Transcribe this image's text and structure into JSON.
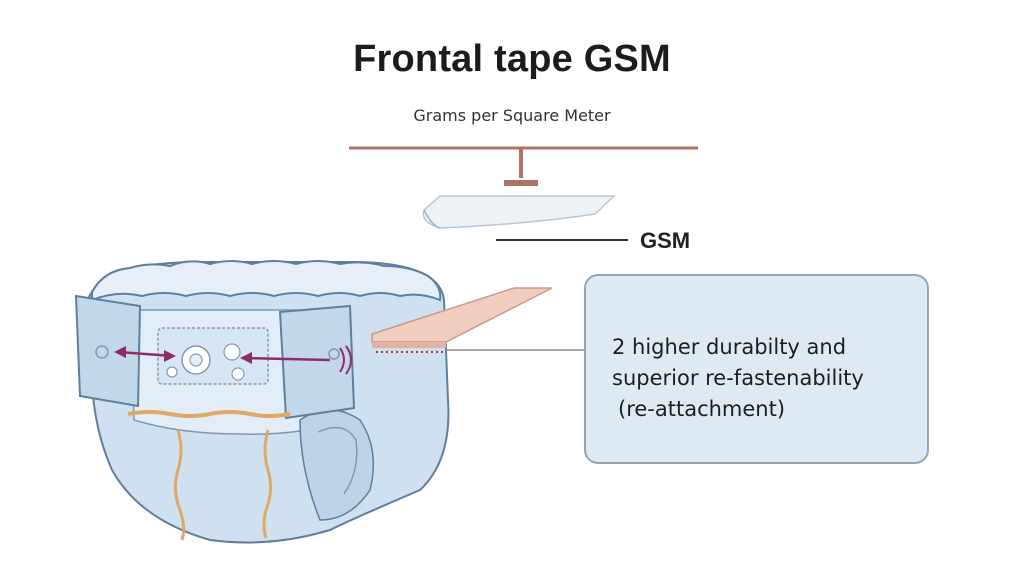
{
  "title": "Frontal tape GSM",
  "subtitle": "Grams per Square Meter",
  "gsm_label": "GSM",
  "callout": {
    "lines": [
      "2 higher durabilty and",
      "superior re-fastenability",
      "(re-attachment)"
    ]
  },
  "colors": {
    "accent_line": "#b07466",
    "diaper_blue": "#c9dcee",
    "diaper_outline": "#5f7f9c",
    "elastic": "#e0a867",
    "arrow": "#8c2e6b",
    "tape_strip": "#f1cdbf",
    "callout_bg": "#dde9f3"
  },
  "icons": [
    "diaper-illustration",
    "gsm-scale-icon",
    "tape-sample-icon",
    "frontal-tape-strip-icon",
    "fastening-arrow-icon"
  ]
}
